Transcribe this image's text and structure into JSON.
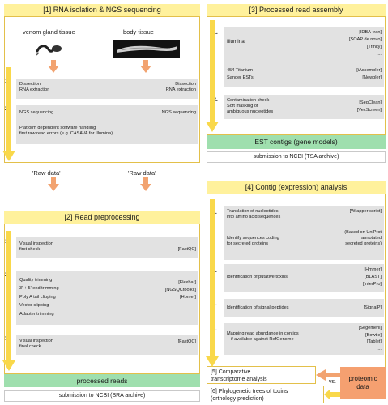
{
  "colors": {
    "panel_border": "#e3c04a",
    "panel_header": "#fff19c",
    "step_box": "#e2e2e2",
    "flow_arrow": "#f9d84a",
    "orange_arrow": "#f2a370",
    "green_bar": "#9fdfae",
    "proteomic": "#f5a070"
  },
  "panel1": {
    "title": "[1] RNA isolation & NGS sequencing",
    "venom_label": "venom gland tissue",
    "body_label": "body tissue",
    "step1_num": "1.",
    "step1_left": [
      "Dissection",
      "RNA extraction"
    ],
    "step1_right": [
      "Dissection",
      "RNA extraction"
    ],
    "step2_num": "2.",
    "step2_left": "NGS sequencing",
    "step2_right": "NGS sequencing",
    "step2_note": [
      "Platform dependent software handling",
      "first raw read errors (e.g. CASAVA for Illumina)"
    ]
  },
  "raw_data": [
    "'Raw data'",
    "'Raw data'"
  ],
  "panel2": {
    "title": "[2] Read preprocessing",
    "s1_num": "1.",
    "s1_left": [
      "Visual inspection",
      "first check"
    ],
    "s1_right": "[FastQC]",
    "s2_num": "2.",
    "s2_left": [
      "Quality trimming",
      "3' + 5' end trimming",
      "Poly A tail clipping",
      "Vector clipping",
      "Adapter trimming"
    ],
    "s2_right": [
      "[Flexbar]",
      "[NGSQCtoolkit]",
      "[Homer]",
      "..."
    ],
    "s3_num": "3.",
    "s3_left": [
      "Visual inspection",
      "final check"
    ],
    "s3_right": "[FastQC]",
    "result": "processed reads",
    "submission": "submission to NCBI (SRA archive)"
  },
  "panel3": {
    "title": "[3] Processed read assembly",
    "s1_num": "1.",
    "illumina": "Illumina",
    "illumina_tools": [
      "[IDBA-tran]",
      "[SOAP de novo]",
      "[Trinity]",
      "..."
    ],
    "t454": "454 Titanium",
    "t454_tool": "[iAssembler]",
    "sanger": "Sanger ESTs",
    "sanger_tool": "[Newbler]",
    "s2_num": "2.",
    "s2_left": [
      "Contamination check",
      "Soft masking of",
      "ambiguous nucleotides"
    ],
    "s2_right": [
      "[SeqClean]",
      "[VecScreen]"
    ],
    "result": "EST contigs (gene models)",
    "submission": "submission to NCBI (TSA archive)"
  },
  "panel4": {
    "title": "[4] Contig (expression) analysis",
    "s1_num": "1.",
    "s1a_left": [
      "Translation of nucleotides",
      "into amino acid sequences"
    ],
    "s1a_right": "[Wrapper script]",
    "s1b_left": [
      "Identify sequences coding",
      "for secreted proteins"
    ],
    "s1b_right": [
      "(Based on UniProt",
      "annotated",
      "secreted proteins)"
    ],
    "s2_num": "2.",
    "s2_left": "Identification of putative toxins",
    "s2_right": [
      "[Hmmer]",
      "[BLAST]",
      "[InterPro]"
    ],
    "s3_num": "3.",
    "s3_left": "Identification of signal peptides",
    "s3_right": "[SignalP]",
    "s4_num": "4.",
    "s4_left": [
      "Mapping read abundance in contigs",
      "+ if available against RefGenome"
    ],
    "s4_right": [
      "[Segemehl]",
      "[Bowtie]",
      "[Tablet]",
      "..."
    ]
  },
  "results": {
    "r5": [
      "[5] Comparative",
      "transcriptome analysis"
    ],
    "r6": [
      "[6] Phylogenetic trees of toxins",
      "(orthology prediction)"
    ],
    "vs": "vs.",
    "proteomic": [
      "proteomic",
      "data"
    ]
  }
}
